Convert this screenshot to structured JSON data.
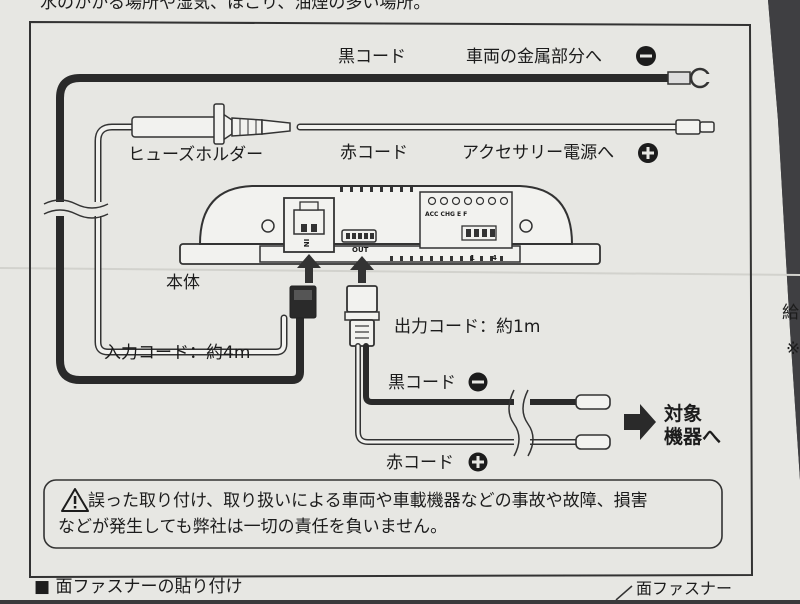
{
  "top_fragment": "水のかかる場所や湿気、ほこり、油煙の多い場所。",
  "labels": {
    "black_cord_top": "黒コード",
    "to_vehicle_metal": "車両の金属部分へ",
    "fuse_holder": "ヒューズホルダー",
    "red_cord_top": "赤コード",
    "to_accessory_power": "アクセサリー電源へ",
    "main_body": "本体",
    "input_cord": "入力コード：約4m",
    "output_cord": "出力コード：約1m",
    "black_cord_out": "黒コード",
    "red_cord_out": "赤コード",
    "target_device_line1": "対象",
    "target_device_line2": "機器へ"
  },
  "device": {
    "in_label": "IN",
    "out_label": "OUT",
    "terminal_label": "ACC CHG  E          F",
    "pin_left": "1",
    "pin_right": "4"
  },
  "warning": {
    "line1": "誤った取り付け、取り扱いによる車両や車載機器などの事故や故障、損害",
    "line2": "などが発生しても弊社は一切の責任を負いません。"
  },
  "section_heading": "■ 面ファスナーの貼り付け",
  "corner_label": "面ファスナー",
  "right_edge_fragments": [
    "給",
    "※"
  ],
  "colors": {
    "paper": "#e7e7e3",
    "ink": "#1c1c1c",
    "cord_black": "#2a2a2a",
    "cord_outline": "#333333"
  },
  "icons": {
    "minus": "minus-circle-icon",
    "plus": "plus-circle-icon",
    "warning": "warning-triangle-icon",
    "arrow": "arrow-right-icon"
  }
}
